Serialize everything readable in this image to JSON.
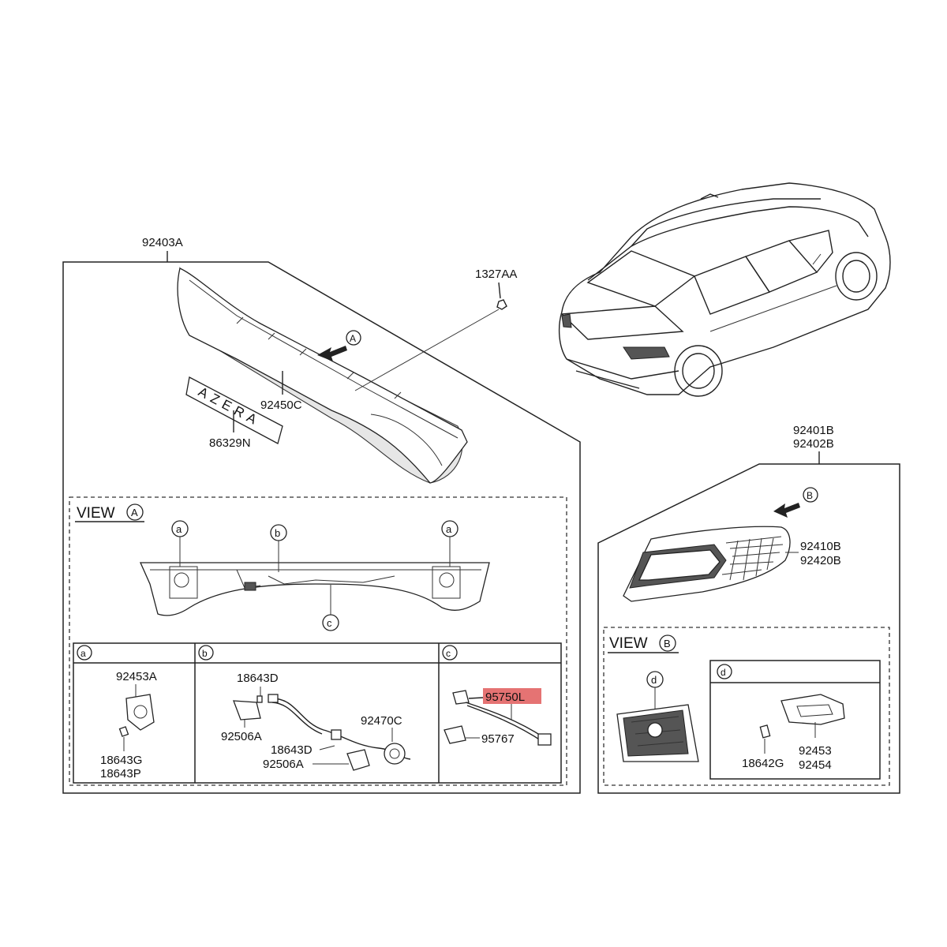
{
  "left_panel": {
    "assembly_label": "92403A",
    "garnish_label": "92450C",
    "emblem_label": "86329N",
    "emblem_text": "AZERA",
    "nut_label": "1327AA",
    "view_arrow": "A",
    "view_title": "VIEW",
    "view_letter": "A",
    "callouts": [
      "a",
      "b",
      "a",
      "c"
    ],
    "sub_a": {
      "letter": "a",
      "label_top": "92453A",
      "label_bottom_1": "18643G",
      "label_bottom_2": "18643P"
    },
    "sub_b": {
      "letter": "b",
      "labels": [
        "18643D",
        "92506A",
        "92470C",
        "18643D",
        "92506A"
      ]
    },
    "sub_c": {
      "letter": "c",
      "highlighted_label": "95750L",
      "label_2": "95767"
    }
  },
  "right_panel": {
    "assembly_label_1": "92401B",
    "assembly_label_2": "92402B",
    "lamp_label_1": "92410B",
    "lamp_label_2": "92420B",
    "view_arrow": "B",
    "view_title": "VIEW",
    "view_letter": "B",
    "sub_d_callout": "d",
    "sub_d": {
      "letter": "d",
      "bulb_label": "18642G",
      "label_1": "92453",
      "label_2": "92454"
    }
  },
  "colors": {
    "highlight": "#e57373",
    "line": "#222222"
  }
}
